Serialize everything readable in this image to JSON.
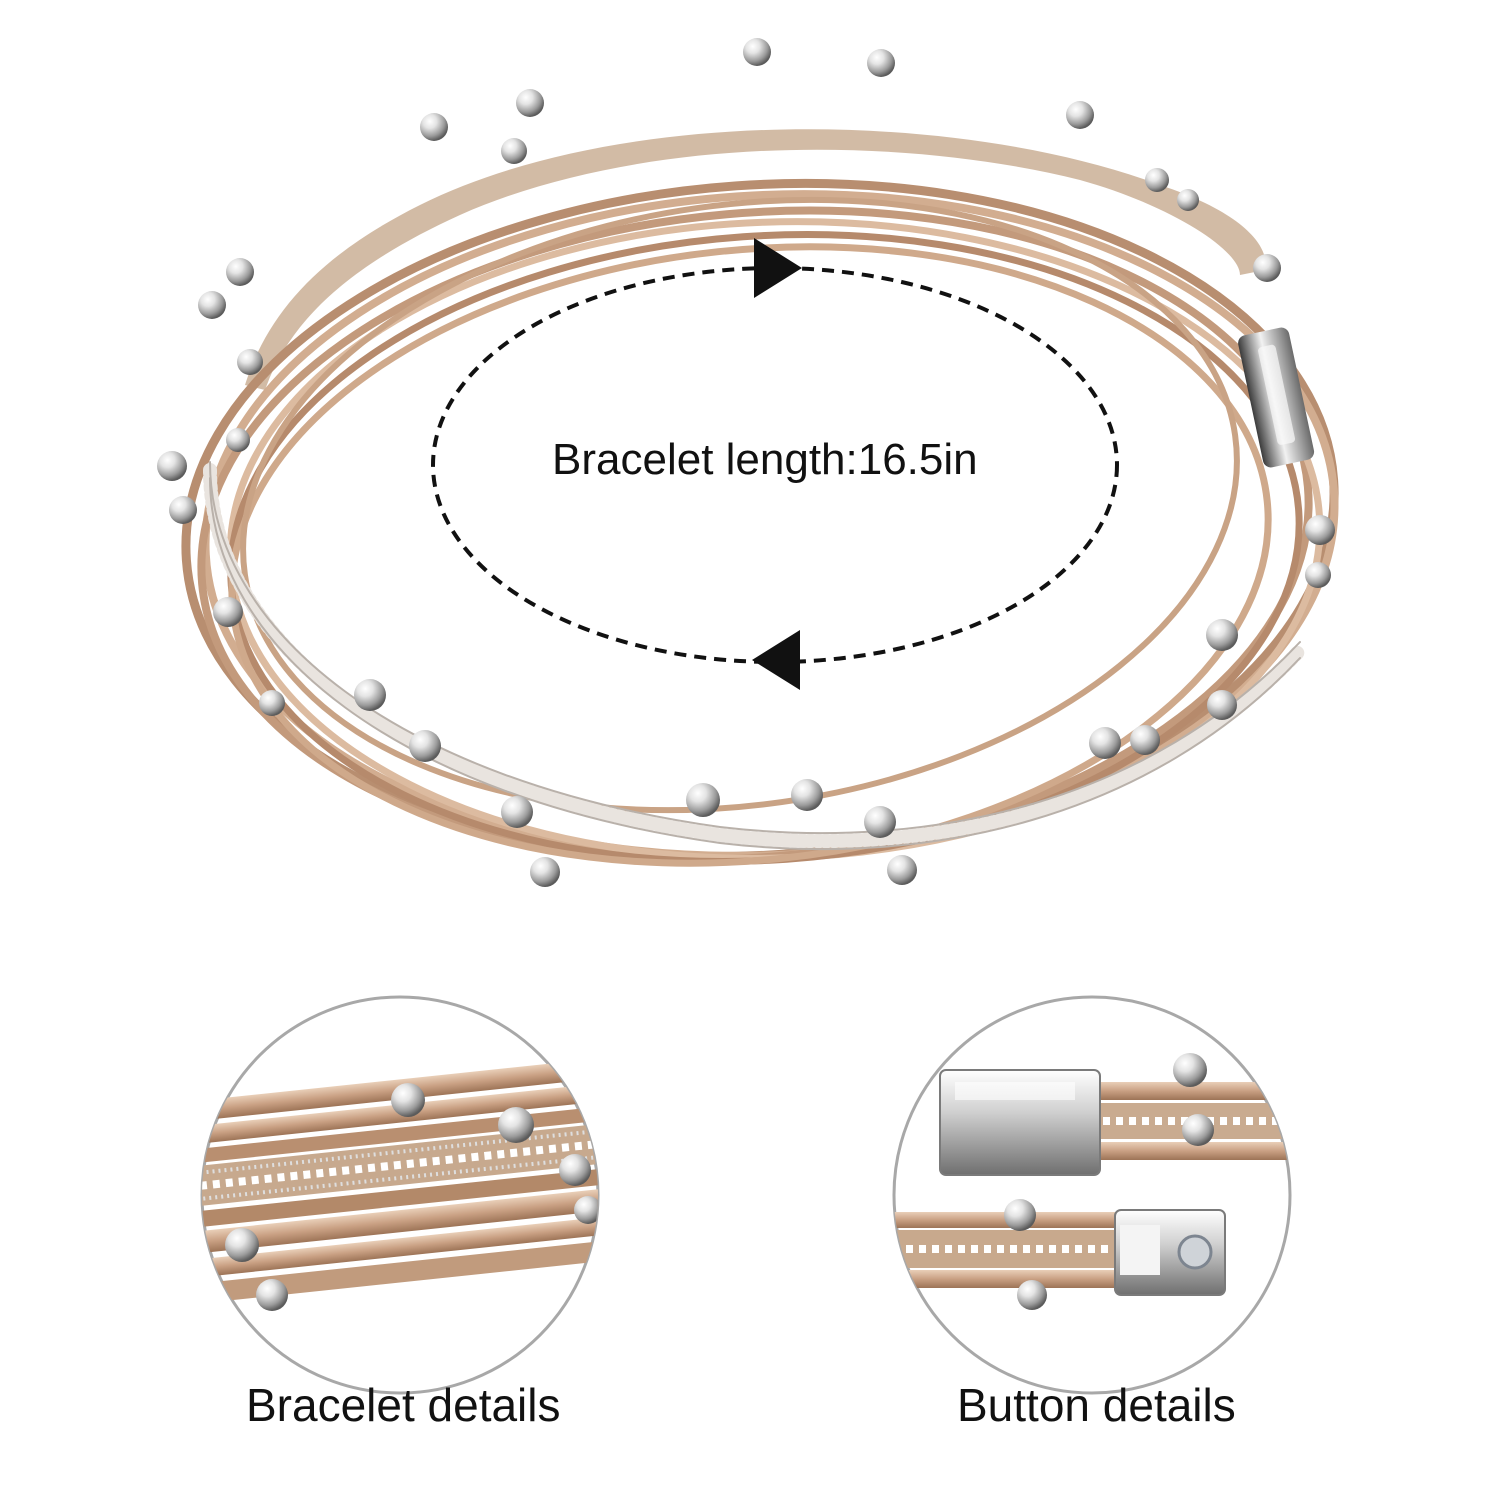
{
  "image": {
    "length_label": "Bracelet length:16.5in",
    "detail_left_label": "Bracelet details",
    "detail_right_label": "Button details"
  },
  "colors": {
    "background": "#ffffff",
    "leather": "#c9a487",
    "leather_dark": "#a57c60",
    "suede": "#c7ad93",
    "metal": "#d8d8d8",
    "metal_dark": "#8a8a8a",
    "circle_outline": "#a8a8a8",
    "text": "#111111"
  }
}
